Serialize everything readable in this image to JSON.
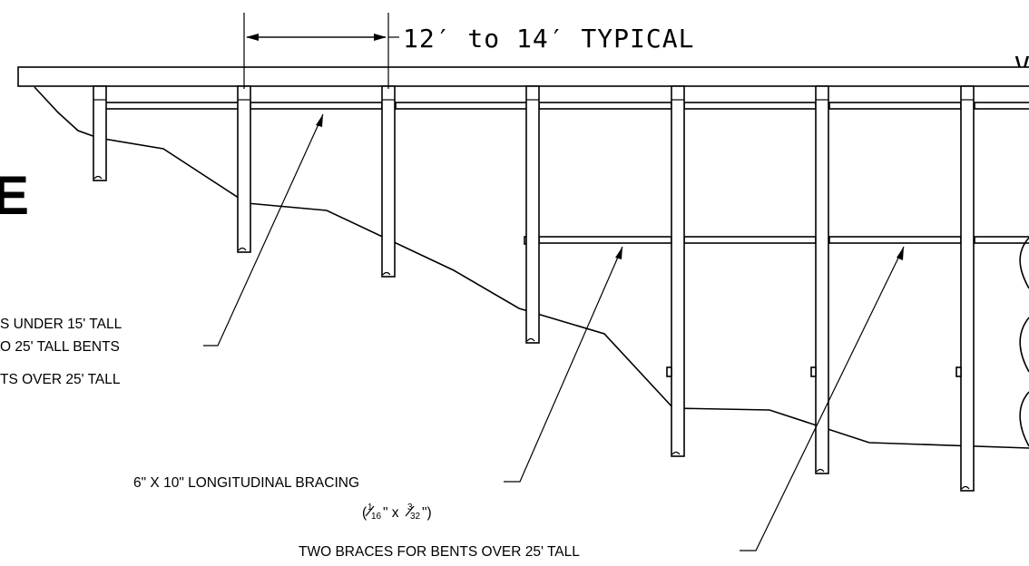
{
  "dimension": {
    "label": "12′ to 14′ TYPICAL"
  },
  "edge_letters": {
    "left": "E",
    "right_top": "V"
  },
  "callouts": {
    "bent_lines": [
      "S UNDER 15' TALL",
      "O 25' TALL BENTS",
      "TS OVER 25' TALL"
    ],
    "longitudinal_bracing": "6\" X 10\" LONGITUDINAL BRACING",
    "bracing_scale_open": "(",
    "bracing_scale_n1": "1",
    "bracing_scale_d1": "16",
    "bracing_scale_mid": "\" x ",
    "bracing_scale_n2": "3",
    "bracing_scale_d2": "32",
    "bracing_scale_close": "\")",
    "two_braces": "TWO BRACES FOR BENTS OVER 25' TALL"
  }
}
